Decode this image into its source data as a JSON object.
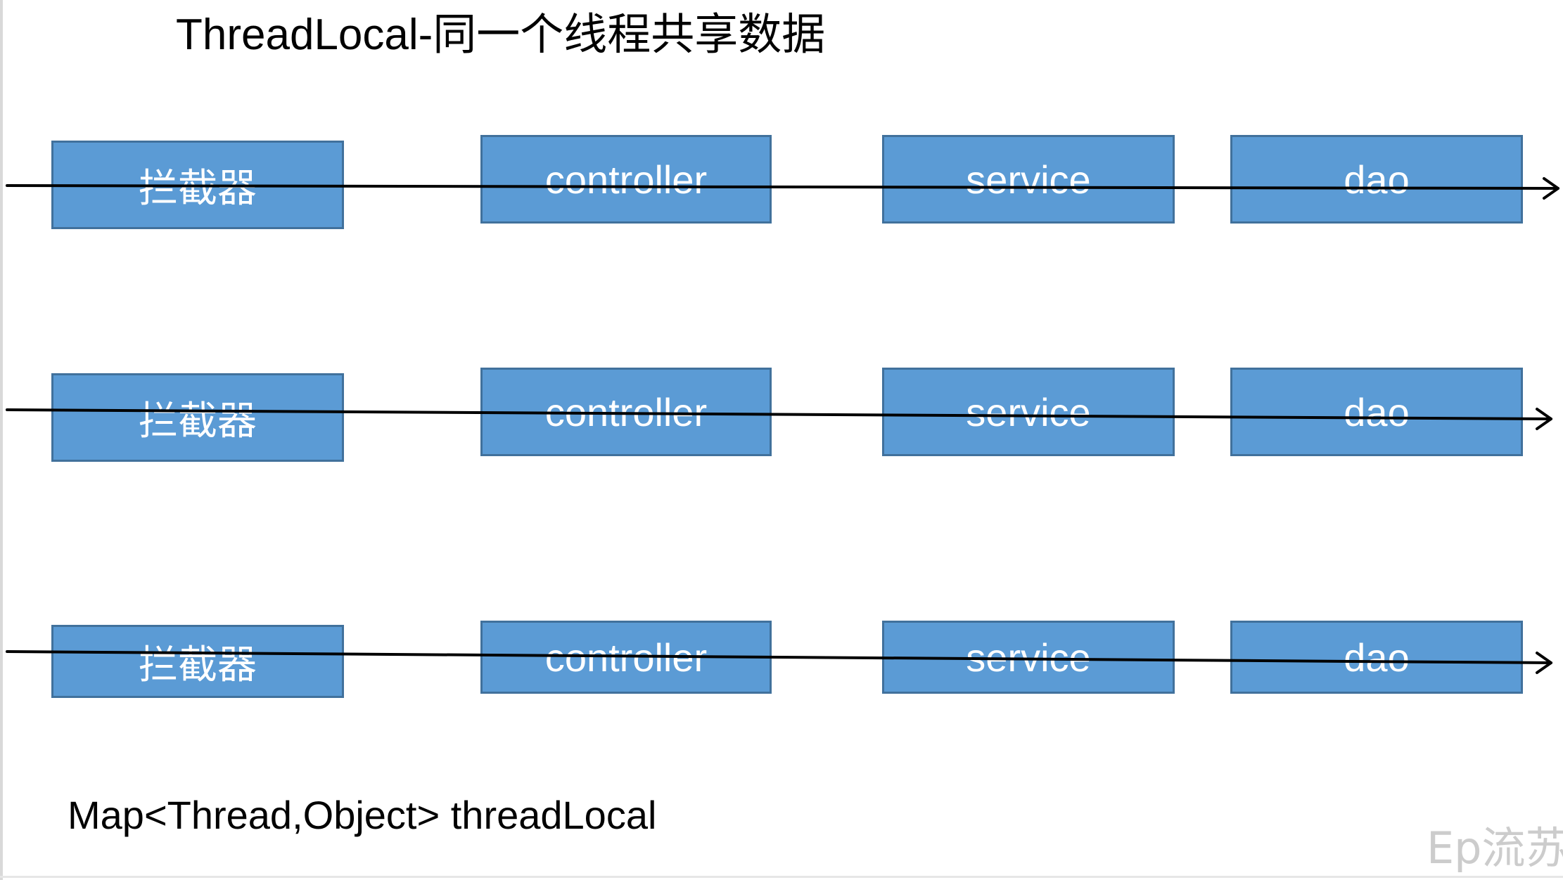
{
  "title": "ThreadLocal-同一个线程共享数据",
  "layers": {
    "interceptor": "拦截器",
    "controller": "controller",
    "service": "service",
    "dao": "dao"
  },
  "caption": "Map<Thread,Object> threadLocal",
  "watermark": "Ep流苏",
  "colors": {
    "box_fill": "#5b9bd5",
    "box_border": "#41719c",
    "box_text": "#ffffff",
    "arrow": "#000000"
  },
  "rows": [
    {
      "id": 1
    },
    {
      "id": 2
    },
    {
      "id": 3
    }
  ]
}
